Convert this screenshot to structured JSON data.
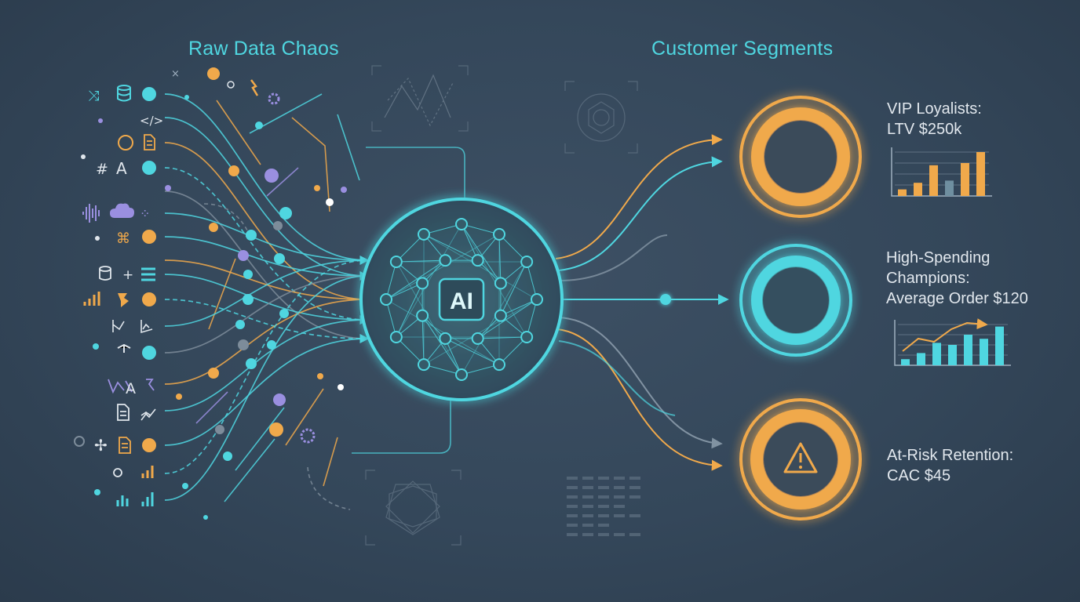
{
  "headings": {
    "left": "Raw Data Chaos",
    "right": "Customer Segments"
  },
  "core": {
    "label": "AI"
  },
  "segments": [
    {
      "name": "VIP Loyalists:",
      "metric": "LTV $250k",
      "color": "#f0a94b",
      "icon": "ring-icon",
      "bars": [
        0.15,
        0.3,
        0.7,
        0.35,
        0.75,
        1.0
      ]
    },
    {
      "name": "High-Spending Champions:",
      "metric": "Average Order $120",
      "color": "#4fd6e0",
      "icon": "ring-icon",
      "bars": [
        0.15,
        0.3,
        0.55,
        0.5,
        0.75,
        0.65,
        0.95
      ]
    },
    {
      "name": "At-Risk Retention:",
      "metric": "CAC $45",
      "color": "#f0a94b",
      "icon": "warning-icon",
      "bars": []
    }
  ],
  "colors": {
    "cyan": "#4fd6e0",
    "orange": "#f0a94b",
    "purple": "#9a8fe0",
    "grey": "#7d8c9a",
    "bg": "#34475a"
  }
}
